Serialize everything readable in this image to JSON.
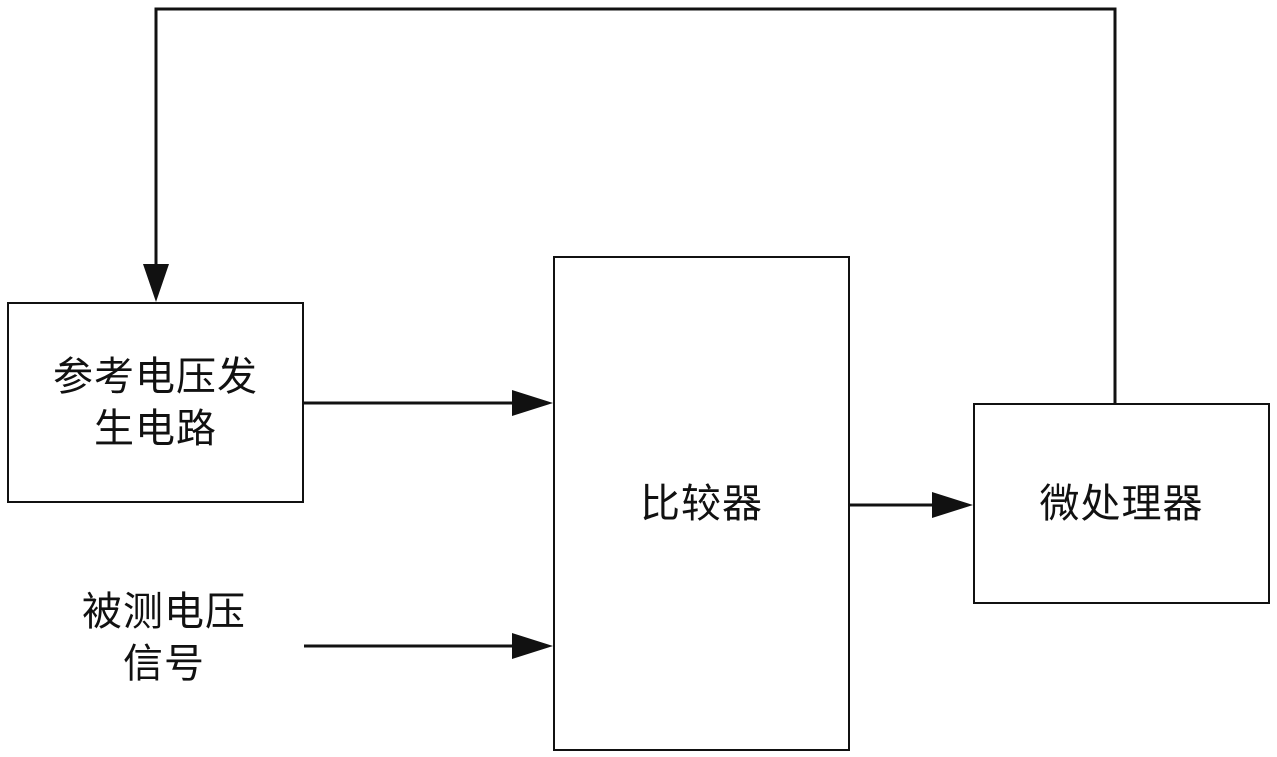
{
  "blocks": {
    "reference_voltage_circuit": {
      "line1": "参考电压发",
      "line2": "生电路"
    },
    "comparator": {
      "label": "比较器"
    },
    "microprocessor": {
      "label": "微处理器"
    }
  },
  "inputs": {
    "measured_voltage_signal": {
      "line1": "被测电压",
      "line2": "信号"
    }
  },
  "colors": {
    "line": "#111111",
    "background": "#ffffff"
  }
}
